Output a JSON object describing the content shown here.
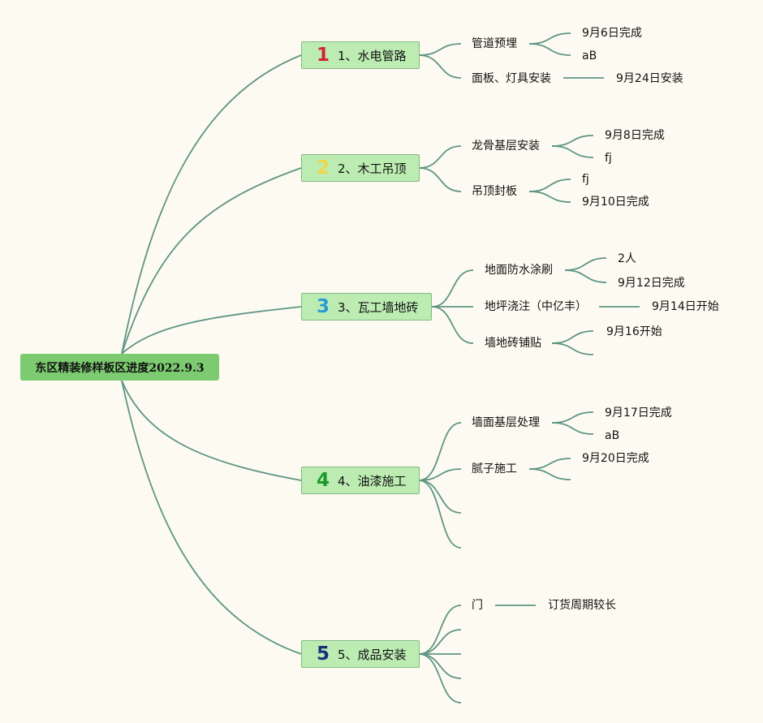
{
  "root": {
    "title": "东区精装修样板区进度2022.9.3"
  },
  "colors": {
    "line": "#5e9585",
    "root_bg": "#7ccb70",
    "branch_bg": "#bdecb3",
    "background": "#fdfbf1"
  },
  "branches": [
    {
      "num": "1",
      "num_color": "#d12430",
      "label": "1、水电管路",
      "children": [
        {
          "label": "管道预埋",
          "children": [
            "9月6日完成",
            "aB"
          ]
        },
        {
          "label": "面板、灯具安装",
          "children": [
            "9月24日安装"
          ]
        }
      ]
    },
    {
      "num": "2",
      "num_color": "#f0d64a",
      "label": "2、木工吊顶",
      "children": [
        {
          "label": "龙骨基层安装",
          "children": [
            "9月8日完成",
            "fj"
          ]
        },
        {
          "label": "吊顶封板",
          "children": [
            "fj",
            "9月10日完成"
          ]
        }
      ]
    },
    {
      "num": "3",
      "num_color": "#2a9ad8",
      "label": "3、瓦工墙地砖",
      "children": [
        {
          "label": "地面防水涂刷",
          "children": [
            "2人",
            "9月12日完成"
          ]
        },
        {
          "label": "地坪浇注（中亿丰）",
          "children": [
            "9月14日开始"
          ]
        },
        {
          "label": "墙地砖铺贴",
          "children": [
            "9月16开始",
            ""
          ]
        }
      ]
    },
    {
      "num": "4",
      "num_color": "#1f9a2a",
      "label": "4、油漆施工",
      "children": [
        {
          "label": "墙面基层处理",
          "children": [
            "9月17日完成",
            "aB"
          ]
        },
        {
          "label": "腻子施工",
          "children": [
            "9月20日完成",
            ""
          ]
        },
        {
          "label": "",
          "children": []
        },
        {
          "label": "",
          "children": []
        }
      ]
    },
    {
      "num": "5",
      "num_color": "#1a2f7a",
      "label": "5、成品安装",
      "children": [
        {
          "label": "门",
          "children": [
            "订货周期较长"
          ]
        },
        {
          "label": "",
          "children": []
        },
        {
          "label": "",
          "children": []
        },
        {
          "label": "",
          "children": []
        },
        {
          "label": "",
          "children": []
        }
      ]
    }
  ]
}
